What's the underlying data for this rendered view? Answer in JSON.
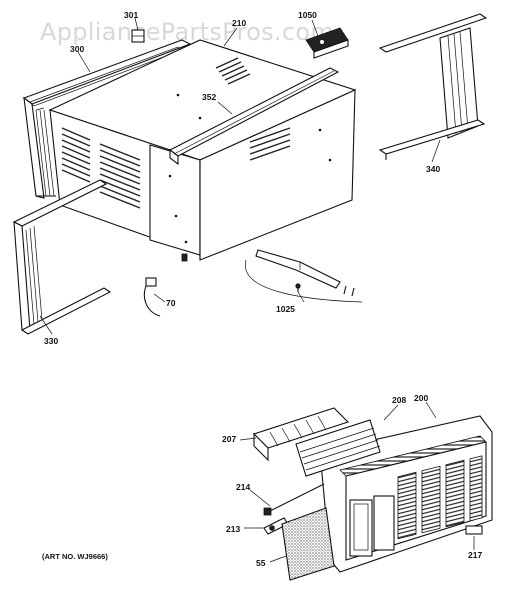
{
  "watermark": "AppliancePartsPros.com",
  "art_number": "(ART NO. WJ9666)",
  "parts": {
    "p301": "301",
    "p210": "210",
    "p1050": "1050",
    "p300": "300",
    "p352": "352",
    "p340": "340",
    "p330": "330",
    "p70": "70",
    "p1025": "1025",
    "p208": "208",
    "p200": "200",
    "p207": "207",
    "p214": "214",
    "p213": "213",
    "p55": "55",
    "p217": "217"
  }
}
